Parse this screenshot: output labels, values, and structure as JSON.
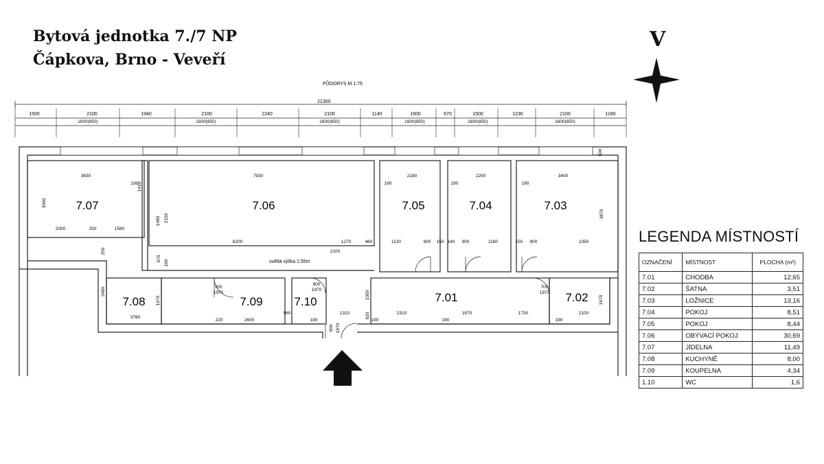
{
  "header": {
    "line1": "Bytová jednotka 7./7 NP",
    "line2": "Čápkova, Brno - Veveří"
  },
  "compass": {
    "letter": "V"
  },
  "plan": {
    "scale_label": "PŮDORYS M 1:75",
    "total_dim": "21300",
    "dims_top": [
      "1500",
      "2100",
      "1940",
      "2100",
      "2240",
      "2100",
      "1140",
      "1500",
      "670",
      "1500",
      "1230",
      "2100",
      "1180"
    ],
    "window_dims": [
      "1600(850)",
      "1600(850)",
      "1600(850)",
      "1600(850)",
      "1600(850)",
      "1600(850)"
    ],
    "rooms": [
      "7.07",
      "7.06",
      "7.05",
      "7.04",
      "7.03",
      "7.08",
      "7.09",
      "7.10",
      "7.01",
      "7.02"
    ],
    "inner_dims": [
      "3830",
      "190",
      "1420",
      "7930",
      "190",
      "2180",
      "190",
      "2200",
      "190",
      "3400",
      "500",
      "3000",
      "2000",
      "250",
      "1580",
      "1480",
      "2150",
      "3870",
      "6200",
      "1270",
      "460",
      "1130",
      "900",
      "150",
      "140",
      "900",
      "1160",
      "150",
      "900",
      "2350",
      "2100",
      "970",
      "190",
      "250",
      "2480",
      "1670",
      "3760",
      "700",
      "1970",
      "220",
      "2600",
      "960",
      "600",
      "1970",
      "190",
      "1310",
      "190",
      "1050",
      "620",
      "2310",
      "190",
      "1870",
      "1730",
      "190",
      "2100",
      "1670",
      "900",
      "1970",
      "700",
      "1970"
    ],
    "ceiling_note": "světlá výška 2,55m"
  },
  "legend": {
    "title": "LEGENDA MÍSTNOSTÍ",
    "headers": [
      "OZNAČENÍ",
      "MÍSTNOST",
      "PLOCHA (m²)"
    ],
    "rows": [
      [
        "7.01",
        "CHODBA",
        "12,65"
      ],
      [
        "7.02",
        "ŠATNA",
        "3,51"
      ],
      [
        "7.03",
        "LOŽNICE",
        "13,16"
      ],
      [
        "7.04",
        "POKOJ",
        "8,51"
      ],
      [
        "7.05",
        "POKOJ",
        "8,44"
      ],
      [
        "7.06",
        "OBÝVACÍ POKOJ",
        "30,69"
      ],
      [
        "7.07",
        "JÍDELNA",
        "11,49"
      ],
      [
        "7.08",
        "KUCHYNĚ",
        "8,00"
      ],
      [
        "7.09",
        "KOUPELNA",
        "4,34"
      ],
      [
        "1.10",
        "WC",
        "1,6"
      ]
    ]
  }
}
